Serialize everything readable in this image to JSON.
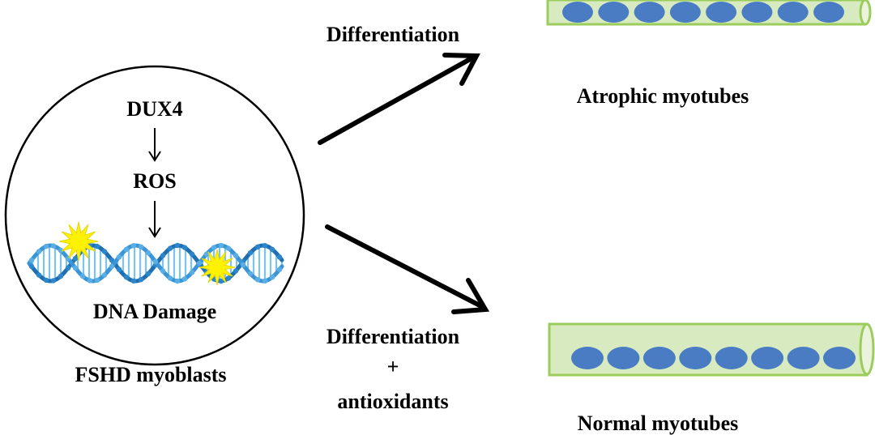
{
  "cell": {
    "gene": "DUX4",
    "mediator": "ROS",
    "outcome": "DNA Damage",
    "caption": "FSHD myoblasts"
  },
  "pathways": {
    "upper": {
      "condition": "Differentiation",
      "result": "Atrophic myotubes",
      "nuclei_count": 8
    },
    "lower": {
      "condition_line1": "Differentiation",
      "condition_line2": "+",
      "condition_line3": "antioxidants",
      "result": "Normal myotubes",
      "nuclei_count": 8
    }
  },
  "colors": {
    "nucleus": "#4a7cc4",
    "tube_fill": "#d8ebc0",
    "tube_stroke": "#9ccc5c",
    "dna_blue": "#3a95d6",
    "damage_star": "#fff200"
  }
}
